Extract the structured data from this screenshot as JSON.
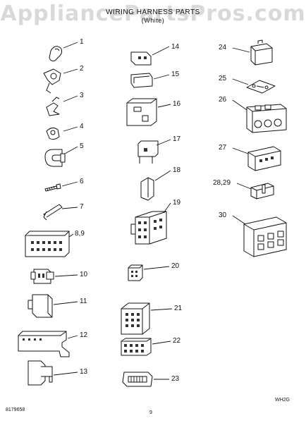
{
  "header": {
    "title": "WIRING HARNESS PARTS",
    "subtitle": "(White)",
    "watermark": "AppliancePartsPros.com"
  },
  "callouts": [
    "1",
    "2",
    "3",
    "4",
    "5",
    "6",
    "7",
    "8,9",
    "10",
    "11",
    "12",
    "13",
    "14",
    "15",
    "16",
    "17",
    "18",
    "19",
    "20",
    "21",
    "22",
    "23",
    "24",
    "25",
    "26",
    "27",
    "28,29",
    "30"
  ],
  "footer": {
    "doc_number": "8179658",
    "page_number": "9",
    "figure_code": "WH2G"
  }
}
